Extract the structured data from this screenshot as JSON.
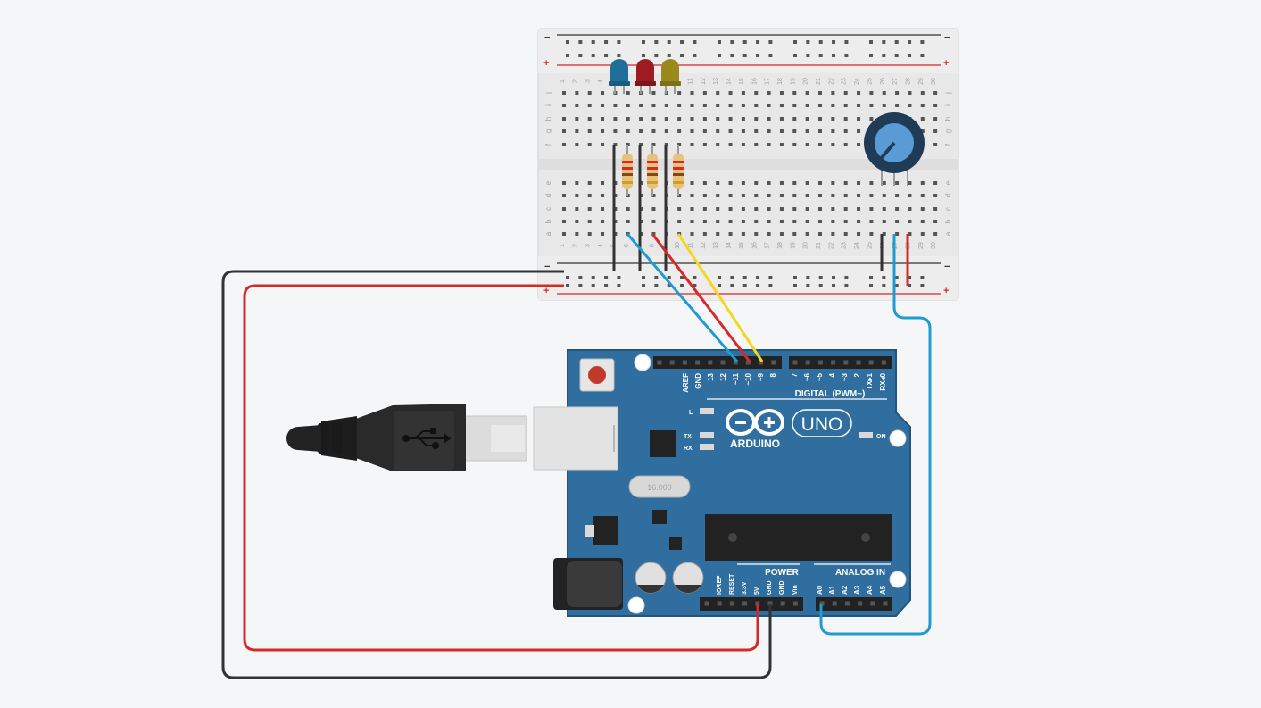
{
  "colors": {
    "canvas_bg": "#f4f6f8",
    "board_blue": "#2f6e9e",
    "board_edge": "#23557c",
    "wire_black": "#333333",
    "wire_red": "#d62a2a",
    "wire_blue": "#1f9bd1",
    "wire_yellow": "#f4d71e",
    "led_blue": "#1f6f9a",
    "led_red": "#9c1c22",
    "led_yellow": "#9a8a1c",
    "pot_knob": "#5b9bd5"
  },
  "breadboard": {
    "rail_minus": "−",
    "rail_plus": "+",
    "columns": [
      "1",
      "2",
      "3",
      "4",
      "5",
      "6",
      "7",
      "8",
      "9",
      "10",
      "11",
      "12",
      "13",
      "14",
      "15",
      "16",
      "17",
      "18",
      "19",
      "20",
      "21",
      "22",
      "23",
      "24",
      "25",
      "26",
      "27",
      "28",
      "29",
      "30"
    ],
    "rows_top": [
      "j",
      "i",
      "h",
      "g",
      "f"
    ],
    "rows_bottom": [
      "e",
      "d",
      "c",
      "b",
      "a"
    ]
  },
  "components": {
    "leds": [
      "blue-led",
      "red-led",
      "yellow-led"
    ],
    "resistors": [
      "resistor-1",
      "resistor-2",
      "resistor-3"
    ],
    "potentiometer": "potentiometer"
  },
  "arduino": {
    "brand": "ARDUINO",
    "model": "UNO",
    "digital_label": "DIGITAL (PWM~)",
    "power_label": "POWER",
    "analog_label": "ANALOG IN",
    "on_label": "ON",
    "led_l_label": "L",
    "tx_label": "TX",
    "rx_label": "RX",
    "crystal_label": "16.000",
    "digital_pins": [
      "AREF",
      "GND",
      "13",
      "12",
      "~11",
      "~10",
      "~9",
      "8",
      "7",
      "~6",
      "~5",
      "4",
      "~3",
      "2",
      "TX▸1",
      "RX◂0"
    ],
    "power_pins": [
      "IOREF",
      "RESET",
      "3.3V",
      "5V",
      "GND",
      "GND",
      "Vin"
    ],
    "analog_pins": [
      "A0",
      "A1",
      "A2",
      "A3",
      "A4",
      "A5"
    ]
  }
}
